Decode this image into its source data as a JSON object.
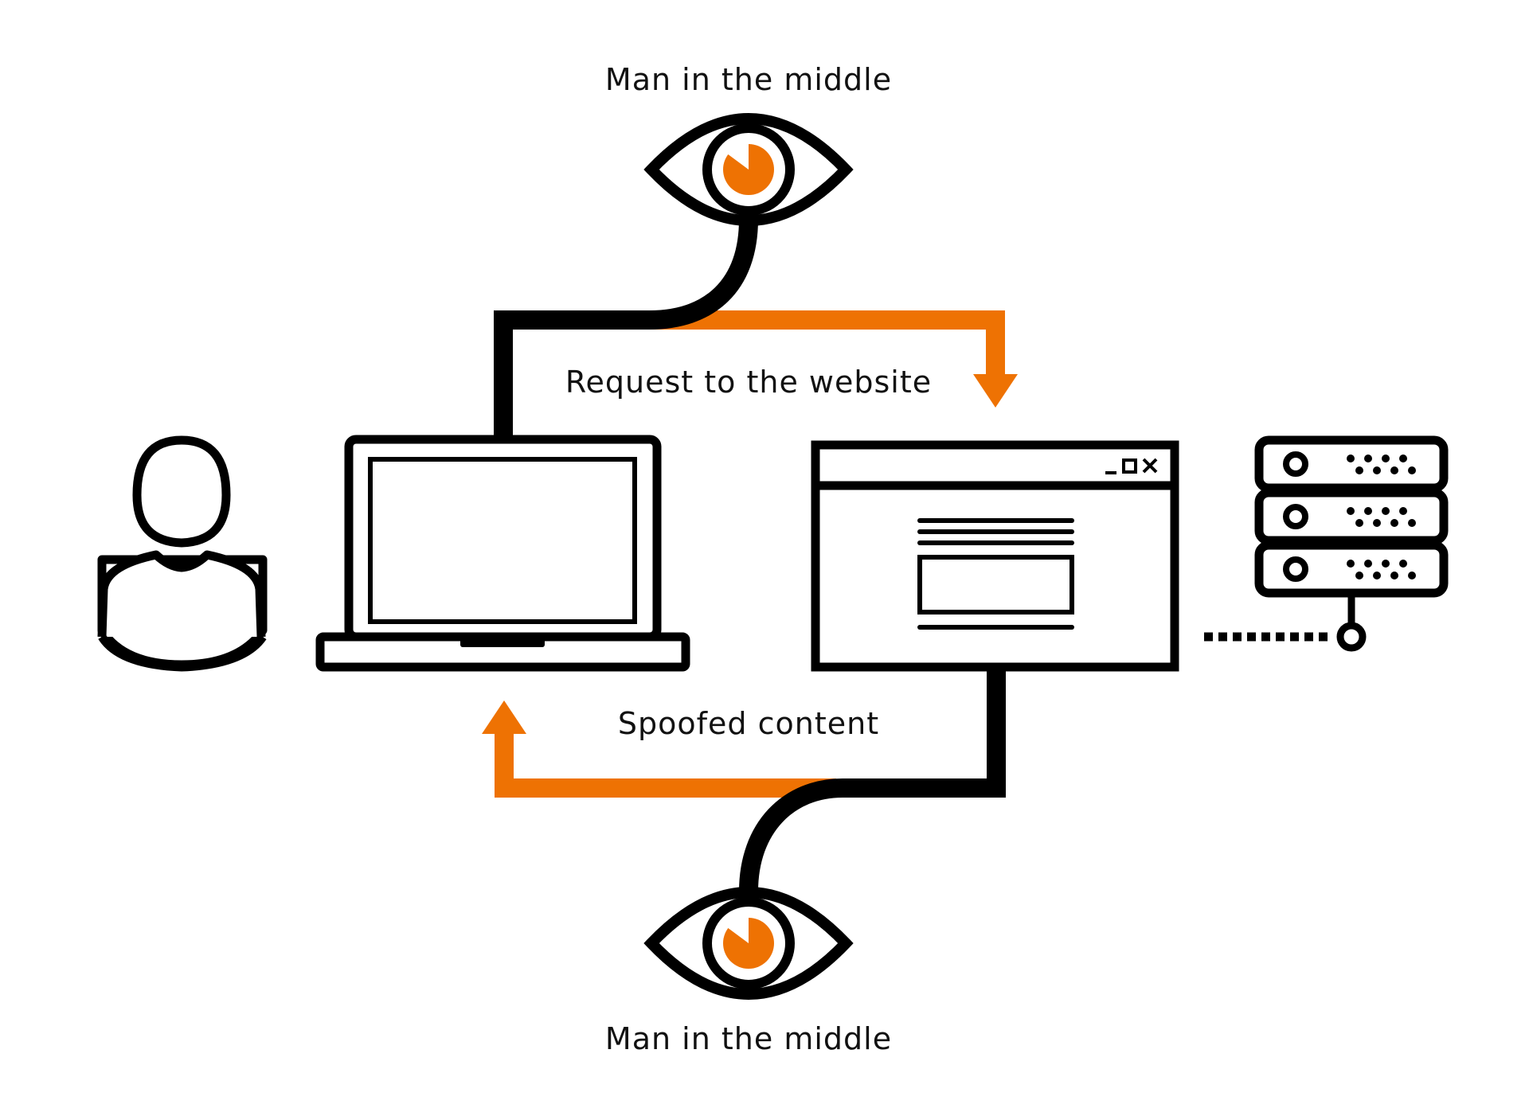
{
  "labels": {
    "top_mitm": "Man in the middle",
    "request": "Request to the website",
    "spoofed": "Spoofed content",
    "bottom_mitm": "Man in the middle"
  },
  "colors": {
    "accent": "#EE7203",
    "stroke": "#000000",
    "background": "#FFFFFF"
  },
  "icons": [
    "user-icon",
    "laptop-icon",
    "browser-window-icon",
    "server-rack-icon",
    "eye-icon"
  ]
}
